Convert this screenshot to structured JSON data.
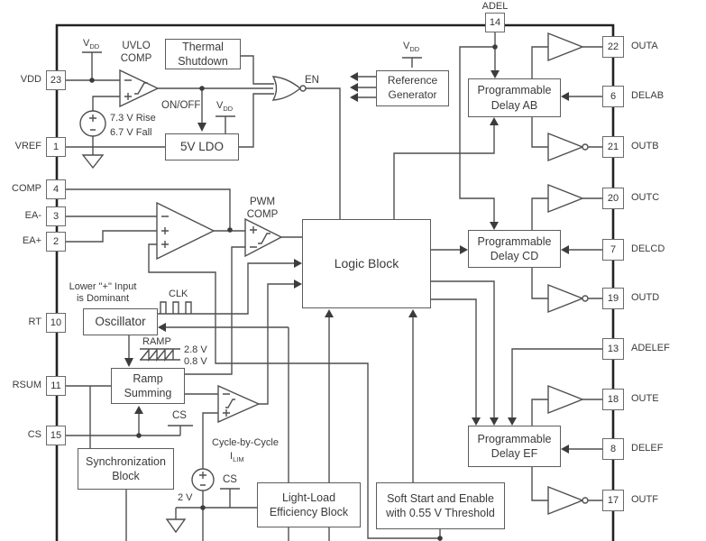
{
  "pins": {
    "left": [
      {
        "label": "VDD",
        "num": "23"
      },
      {
        "label": "VREF",
        "num": "1"
      },
      {
        "label": "COMP",
        "num": "4"
      },
      {
        "label": "EA-",
        "num": "3"
      },
      {
        "label": "EA+",
        "num": "2"
      },
      {
        "label": "RT",
        "num": "10"
      },
      {
        "label": "RSUM",
        "num": "11"
      },
      {
        "label": "CS",
        "num": "15"
      }
    ],
    "top": [
      {
        "label": "ADEL",
        "num": "14"
      }
    ],
    "right": [
      {
        "label": "OUTA",
        "num": "22"
      },
      {
        "label": "DELAB",
        "num": "6"
      },
      {
        "label": "OUTB",
        "num": "21"
      },
      {
        "label": "OUTC",
        "num": "20"
      },
      {
        "label": "DELCD",
        "num": "7"
      },
      {
        "label": "OUTD",
        "num": "19"
      },
      {
        "label": "ADELEF",
        "num": "13"
      },
      {
        "label": "OUTE",
        "num": "18"
      },
      {
        "label": "DELEF",
        "num": "8"
      },
      {
        "label": "OUTF",
        "num": "17"
      }
    ]
  },
  "blocks": {
    "thermal_shutdown": {
      "line1": "Thermal",
      "line2": "Shutdown"
    },
    "ldo": {
      "line1": "5V LDO"
    },
    "reference_generator": {
      "line1": "Reference",
      "line2": "Generator"
    },
    "delay_ab": {
      "line1": "Programmable",
      "line2": "Delay AB"
    },
    "delay_cd": {
      "line1": "Programmable",
      "line2": "Delay CD"
    },
    "delay_ef": {
      "line1": "Programmable",
      "line2": "Delay EF"
    },
    "logic_block": {
      "line1": "Logic Block"
    },
    "oscillator": {
      "line1": "Oscillator"
    },
    "ramp_summing": {
      "line1": "Ramp",
      "line2": "Summing"
    },
    "sync_block": {
      "line1": "Synchronization",
      "line2": "Block"
    },
    "light_load": {
      "line1": "Light-Load",
      "line2": "Efficiency Block"
    },
    "soft_start": {
      "line1": "Soft Start and Enable",
      "line2": "with 0.55 V Threshold"
    }
  },
  "labels": {
    "uvlo_comp_1": "UVLO",
    "uvlo_comp_2": "COMP",
    "pwm_comp_1": "PWM",
    "pwm_comp_2": "COMP",
    "en": "EN",
    "on_off": "ON/OFF",
    "vdd_main": "V",
    "vdd_sub": "DD",
    "clk": "CLK",
    "ramp": "RAMP",
    "ramp_high": "2.8 V",
    "ramp_low": "0.8 V",
    "uvlo_rise": "7.3 V Rise",
    "uvlo_fall": "6.7 V Fall",
    "dominant_1": "Lower \"+\" Input",
    "dominant_2": "is Dominant",
    "cyc_label": "Cycle-by-Cycle",
    "ilim_main": "I",
    "ilim_sub": "LIM",
    "cs_net": "CS",
    "v2": "2 V"
  },
  "colors": {
    "line": "#4f4f4f",
    "border_thick": "#222222",
    "text": "#3a3a3a"
  }
}
